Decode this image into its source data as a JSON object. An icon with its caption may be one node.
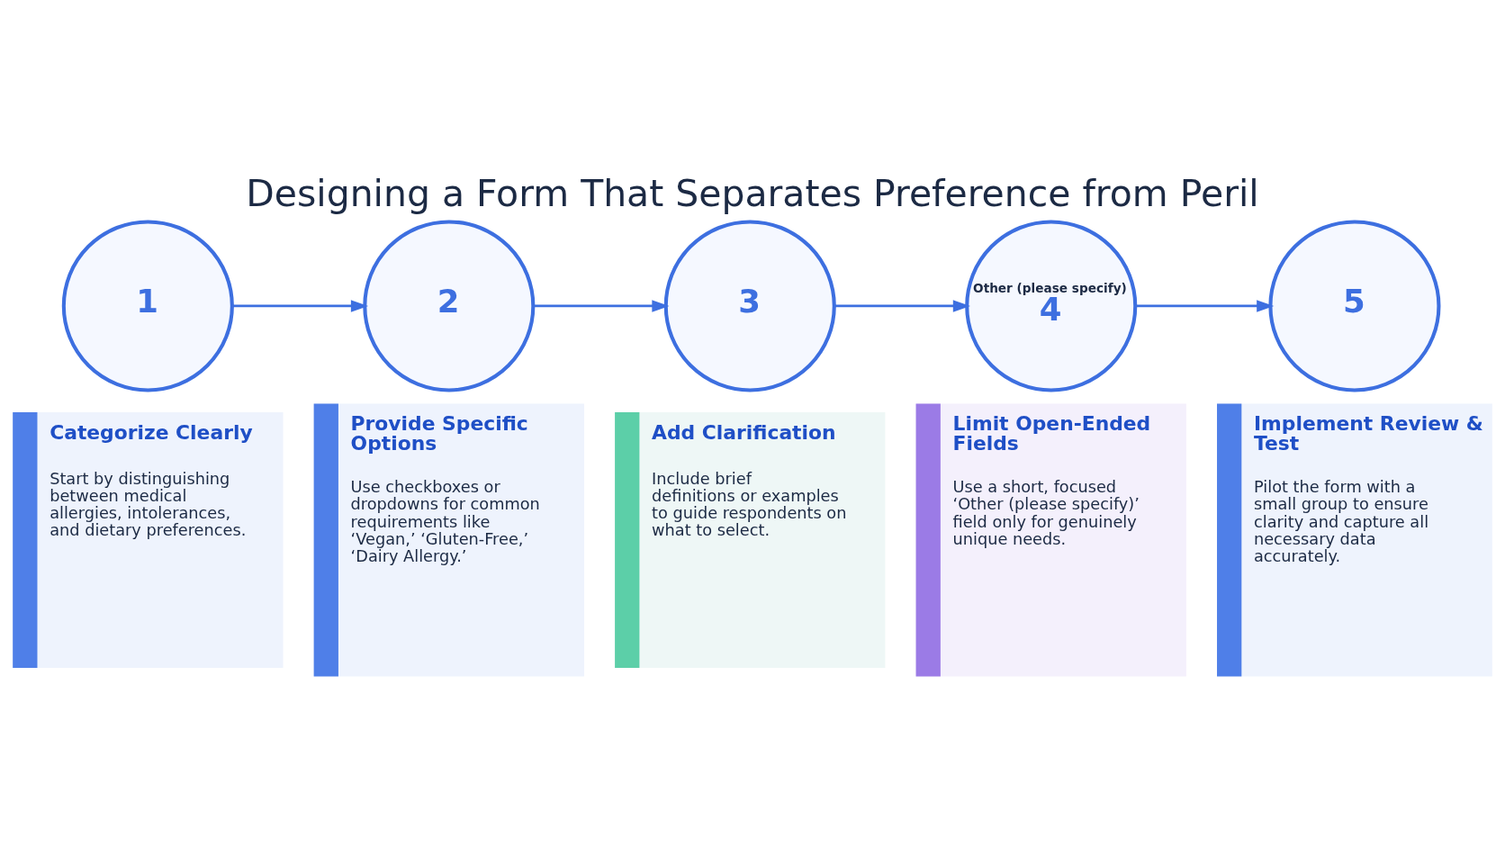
{
  "diagram": {
    "title": "Designing a Form That Separates Preference from Peril",
    "nodes": [
      {
        "text": [
          "1"
        ]
      },
      {
        "text": [
          "2"
        ]
      },
      {
        "text": [
          "3"
        ]
      },
      {
        "text": [
          "Other (please specify)",
          "4"
        ]
      },
      {
        "text": [
          "5"
        ]
      },
      {
        "text": [
          "Categorize Clearly",
          "Start by distinguishing between medical allergies, intolerances, and dietary preferences."
        ]
      },
      {
        "text": [
          "Provide Specific Options",
          "Use checkboxes or dropdowns for common requirements like ‘Vegan,’ ‘Gluten-Free,’ ‘Dairy Allergy.’"
        ]
      },
      {
        "text": [
          "Add Clarification",
          "Include brief definitions or examples to guide respondents on what to select."
        ]
      },
      {
        "text": [
          "Limit Open-Ended Fields",
          "Use a short, focused ‘Other (please specify)’ field only for genuinely unique needs."
        ]
      },
      {
        "text": [
          "Implement Review & Test",
          "Pilot the form with a small group to ensure clarity and capture all necessary data accurately."
        ]
      }
    ],
    "edges": [
      {
        "from": 0,
        "to": 1,
        "arrow": "to"
      },
      {
        "from": 1,
        "to": 2,
        "arrow": "to"
      },
      {
        "from": 2,
        "to": 3,
        "arrow": "to"
      },
      {
        "from": 3,
        "to": 4,
        "arrow": "to"
      }
    ]
  }
}
